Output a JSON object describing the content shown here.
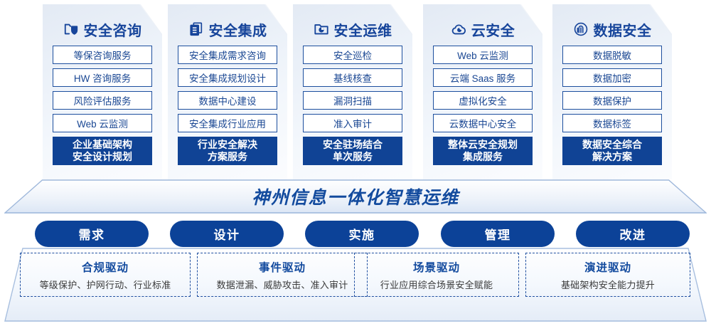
{
  "columns": [
    {
      "icon": "folder-shield-icon",
      "title": "安全咨询",
      "items": [
        "等保咨询服务",
        "HW 咨询服务",
        "风险评估服务",
        "Web 云监测"
      ],
      "highlight": [
        "企业基础架构",
        "安全设计规划"
      ]
    },
    {
      "icon": "documents-stack-icon",
      "title": "安全集成",
      "items": [
        "安全集成需求咨询",
        "安全集成规划设计",
        "数据中心建设",
        "安全集成行业应用"
      ],
      "highlight": [
        "行业安全解决",
        "方案服务"
      ]
    },
    {
      "icon": "folder-chart-icon",
      "title": "安全运维",
      "items": [
        "安全巡检",
        "基线核查",
        "漏洞扫描",
        "准入审计"
      ],
      "highlight": [
        "安全驻场结合",
        "单次服务"
      ]
    },
    {
      "icon": "cloud-icon",
      "title": "云安全",
      "items": [
        "Web 云监测",
        "云端 Saas 服务",
        "虚拟化安全",
        "云数据中心安全"
      ],
      "highlight": [
        "整体云安全规划",
        "集成服务"
      ]
    },
    {
      "icon": "fingerprint-icon",
      "title": "数据安全",
      "items": [
        "数据脱敏",
        "数据加密",
        "数据保护",
        "数据标签"
      ],
      "highlight": [
        "数据安全综合",
        "解决方案"
      ]
    }
  ],
  "banner": {
    "title": "神州信息一体化智慧运维"
  },
  "phases": [
    {
      "label": "需求"
    },
    {
      "label": "设计"
    },
    {
      "label": "实施"
    },
    {
      "label": "管理"
    },
    {
      "label": "改进"
    }
  ],
  "drivers": [
    {
      "title": "合规驱动",
      "desc": "等级保护、护网行动、行业标准"
    },
    {
      "title": "事件驱动",
      "desc": "数据泄漏、威胁攻击、准入审计"
    },
    {
      "title": "场景驱动",
      "desc": "行业应用综合场景安全赋能"
    },
    {
      "title": "演进驱动",
      "desc": "基础架构安全能力提升"
    }
  ],
  "colors": {
    "brand_blue": "#104395",
    "text_blue": "#1a4793",
    "pill_blue": "#0c4298",
    "panel_light": "#eaf0f8"
  }
}
